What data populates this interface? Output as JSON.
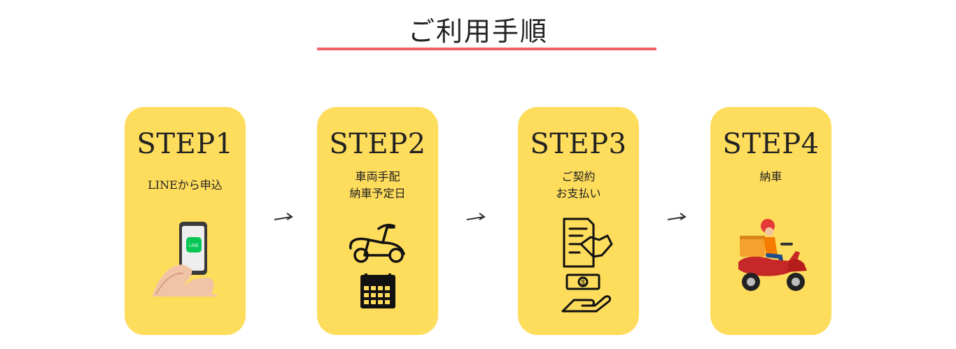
{
  "page": {
    "title": "ご利用手順"
  },
  "steps": [
    {
      "label": "STEP1",
      "lines": [
        "LINEから申込"
      ],
      "icon": "hand-holding-phone-line-icon"
    },
    {
      "label": "STEP2",
      "lines": [
        "車両手配",
        "納車予定日"
      ],
      "icon": "scooter-and-calendar-icon"
    },
    {
      "label": "STEP3",
      "lines": [
        "ご契約",
        "お支払い"
      ],
      "icon": "contract-handshake-payment-icon"
    },
    {
      "label": "STEP4",
      "lines": [
        "納車"
      ],
      "icon": "delivery-scooter-rider-icon"
    }
  ],
  "phone_screen_text": "LINE",
  "colors": {
    "card": "#fedc5c",
    "underline": "#f0616a",
    "line_green": "#06c755",
    "scooter_red": "#c62828"
  }
}
